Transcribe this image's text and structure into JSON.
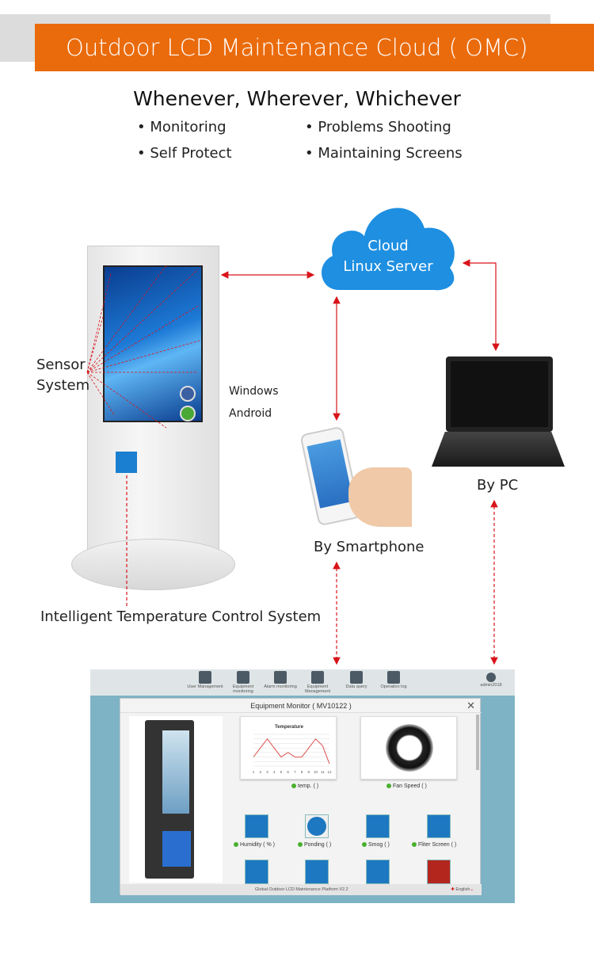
{
  "header": {
    "title": "Outdoor LCD Maintenance Cloud ( OMC)",
    "tagline": "Whenever, Wherever, Whichever",
    "bullets": [
      "• Monitoring",
      "• Problems Shooting",
      "• Self Protect",
      "• Maintaining Screens"
    ]
  },
  "diagram": {
    "sensor_label_1": "Sensor",
    "sensor_label_2": "System",
    "os_1": "Windows",
    "os_2": "Android",
    "cloud_1": "Cloud",
    "cloud_2": "Linux Server",
    "smartphone": "By Smartphone",
    "pc": "By PC",
    "temp_control": "Intelligent Temperature Control System"
  },
  "colors": {
    "orange": "#ea6b0c",
    "arrow": "#d8141a",
    "cloud": "#1e8fe1"
  },
  "screenshot": {
    "nav": [
      "User Management",
      "Equipment monitoring",
      "Alarm monitoring",
      "Equipment Management",
      "Data query",
      "Operation log"
    ],
    "user": "admin2018",
    "window_title": "Equipment Monitor ( MV10122 )",
    "temp_caption": "temp. (  )",
    "fan_caption": "Fan Speed (  )",
    "sensors": [
      "Humidity ( % )",
      "Ponding (  )",
      "Smog (  )",
      "Fliter Screen (  )"
    ],
    "footer": "Global Outdoor LCD Maintenance Platform V2.2",
    "language": "English"
  },
  "chart_data": {
    "type": "line",
    "title": "Temperature",
    "categories": [
      "1",
      "2",
      "3",
      "4",
      "5",
      "6",
      "7",
      "8",
      "9",
      "10",
      "11",
      "12"
    ],
    "values": [
      10,
      30,
      50,
      30,
      10,
      20,
      10,
      10,
      30,
      50,
      35,
      -5
    ],
    "ylim": [
      -10,
      60
    ]
  }
}
